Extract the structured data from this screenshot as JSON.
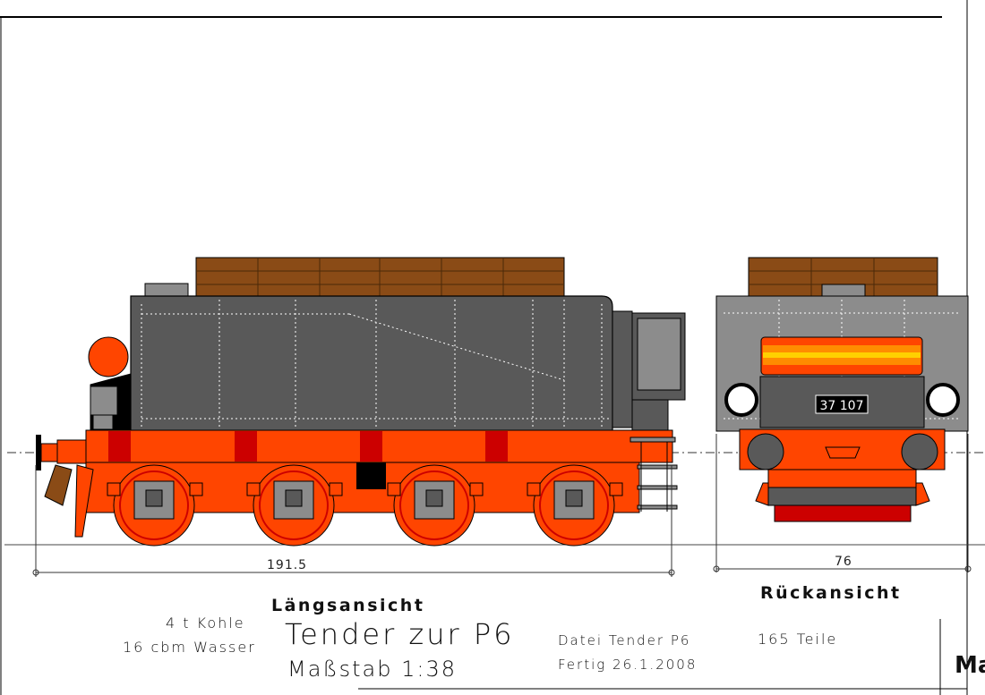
{
  "drawing": {
    "views": {
      "side": {
        "title": "Längsansicht",
        "length_dimension": "191.5"
      },
      "rear": {
        "title": "Rückansicht",
        "width_dimension": "76",
        "number_plate": "37 107"
      }
    },
    "title_block": {
      "capacity_coal": "4 t Kohle",
      "capacity_water": "16 cbm Wasser",
      "title": "Tender zur P6",
      "scale": "Maßstab 1:38",
      "file": "Datei Tender P6",
      "finished": "Fertig 26.1.2008",
      "parts": "165 Teile",
      "corner_text": "Ma"
    },
    "colors": {
      "frame_orange": "#ff4500",
      "frame_red": "#cc0000",
      "body_grey": "#595959",
      "light_grey": "#8c8c8c",
      "coal_brown": "#8a4b16",
      "lamp_orange": "#ff8c00",
      "lamp_yellow": "#ffd000"
    }
  }
}
